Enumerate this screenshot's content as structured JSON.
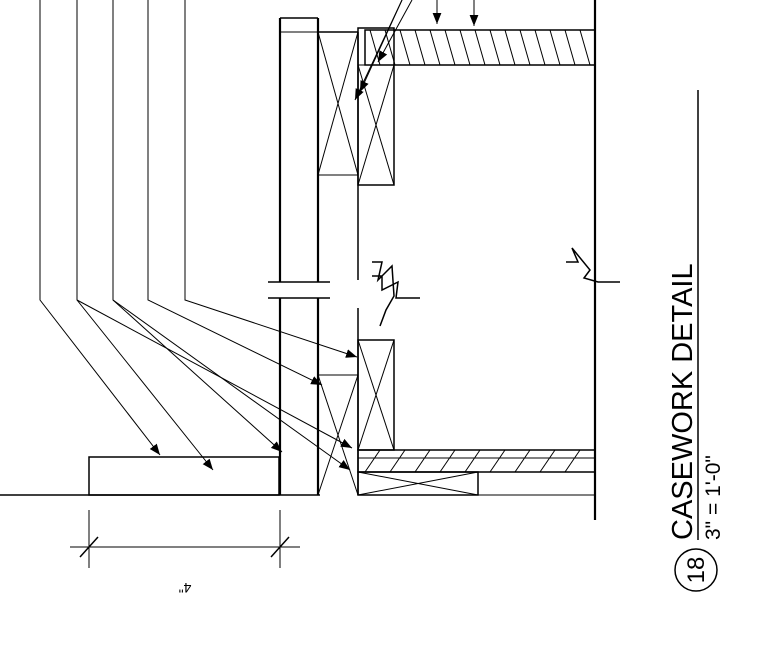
{
  "detail": {
    "number": "18",
    "title": "CASEWORK DETAIL",
    "scale": "3\" = 1'-0\""
  },
  "dimension": {
    "value": "4\""
  }
}
